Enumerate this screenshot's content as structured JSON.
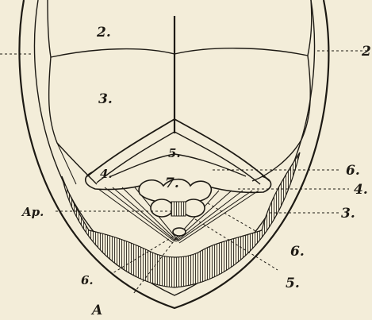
{
  "figure": {
    "labels": {
      "l2_top": "2.",
      "l3_center": "3.",
      "l5_top": "5.",
      "l4_left": "4.",
      "l7": "7.",
      "l6_right": "6.",
      "l4_right": "4.",
      "lAp": "Ap.",
      "l3_right": "3.",
      "l6_lower": "6.",
      "l6_left": "6.",
      "l5_lower": "5.",
      "lA": "A",
      "l2_edge": "2"
    },
    "colors": {
      "ink": "#1d1a14",
      "paper": "#f3edd9",
      "hatch": "#3a342a"
    }
  }
}
